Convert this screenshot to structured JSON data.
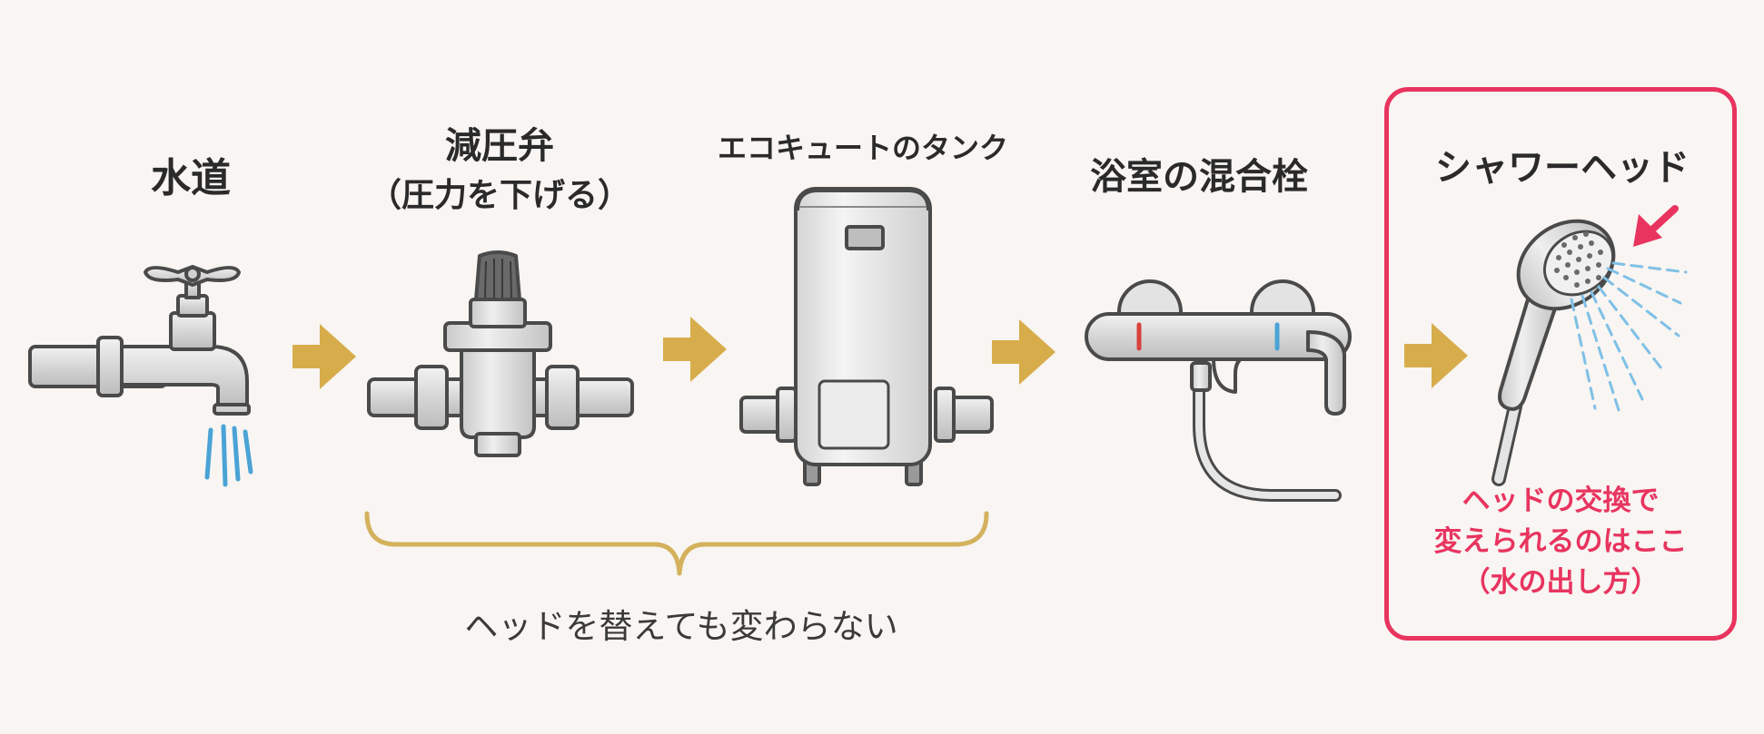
{
  "stages": [
    {
      "id": "tap",
      "label": "水道",
      "icon": "faucet-icon"
    },
    {
      "id": "valve",
      "label": "減圧弁",
      "sublabel": "（圧力を下げる）",
      "icon": "pressure-reducing-valve-icon"
    },
    {
      "id": "tank",
      "label": "エコキュートのタンク",
      "icon": "water-heater-tank-icon"
    },
    {
      "id": "mixer",
      "label": "浴室の混合栓",
      "icon": "mixing-faucet-icon"
    },
    {
      "id": "head",
      "label": "シャワーヘッド",
      "icon": "shower-head-icon"
    }
  ],
  "brace_note": "ヘッドを替えても変わらない",
  "highlight_note": [
    "ヘッドの交換で",
    "変えられるのはここ",
    "（水の出し方）"
  ],
  "colors": {
    "background": "#f8f5f2",
    "arrow": "#d7ad4c",
    "brace": "#d4b15c",
    "highlight": "#e8345f",
    "water": "#4aa3d6",
    "metal": "#d9d9d9",
    "outline": "#4a4a4a"
  }
}
